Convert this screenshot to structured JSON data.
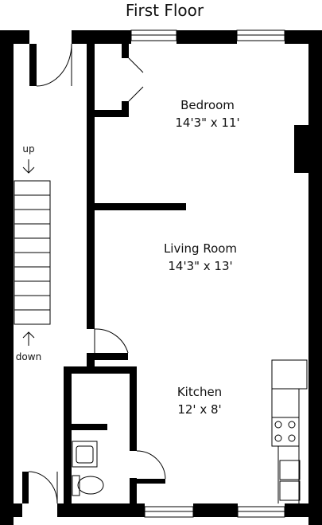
{
  "plan": {
    "title": "First Floor",
    "rooms": {
      "bedroom": {
        "name": "Bedroom",
        "dims": "14'3\" x 11'"
      },
      "living": {
        "name": "Living Room",
        "dims": "14'3\" x 13'"
      },
      "kitchen": {
        "name": "Kitchen",
        "dims": "12' x 8'"
      }
    },
    "stairs": {
      "up": "up",
      "down": "down"
    }
  },
  "icons": {
    "stairs": "stairs-icon",
    "arrow_up": "arrow-up-icon",
    "arrow_down": "arrow-down-icon",
    "sink": "sink-icon",
    "toilet": "toilet-icon",
    "stove": "stove-icon"
  }
}
